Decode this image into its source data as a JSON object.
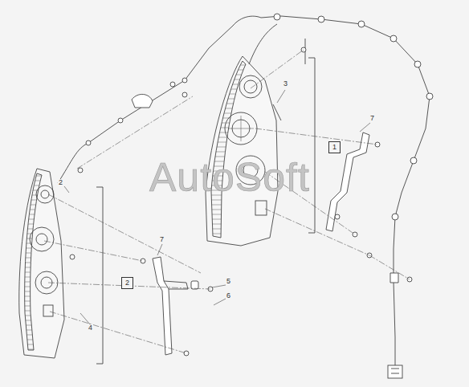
{
  "diagram": {
    "nodes": [
      {
        "text": [
          "1"
        ]
      },
      {
        "text": [
          "2"
        ]
      }
    ],
    "labels": [
      "3",
      "7",
      "2",
      "AutoSoft",
      "7",
      "5",
      "6",
      "4"
    ]
  }
}
